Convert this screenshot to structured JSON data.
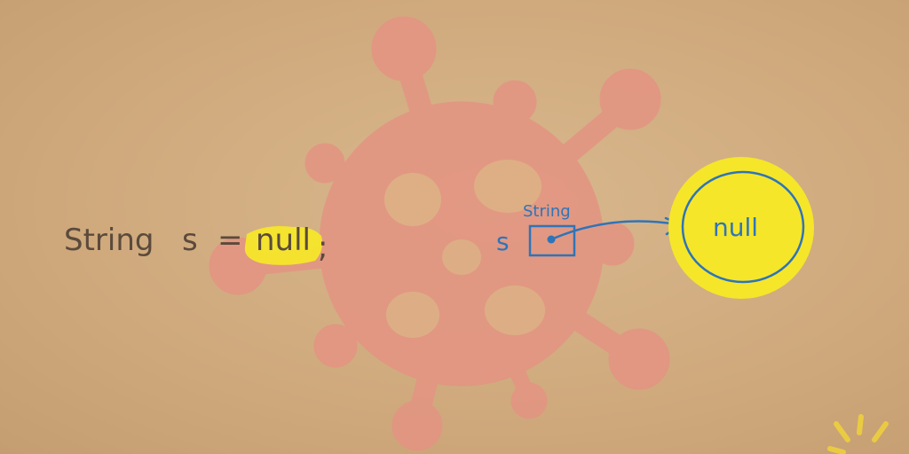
{
  "code": {
    "type_keyword": "String",
    "variable": "s",
    "equals": "=",
    "value": "null",
    "terminator": ";"
  },
  "diagram": {
    "variable_label": "s",
    "type_label": "String",
    "target_label": "null"
  },
  "colors": {
    "background": "#cfa97c",
    "virus": "#e49482",
    "highlight": "#f5e62a",
    "ink_dark": "#5b4a3c",
    "ink_blue": "#2f74b8"
  },
  "icons": {
    "background_shape": "virus-icon",
    "corner_mark": "spark-icon"
  }
}
